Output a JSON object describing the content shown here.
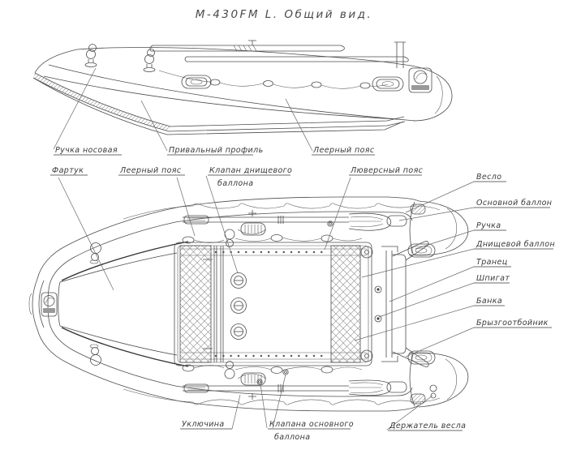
{
  "title": "М-430FM L. Общий вид.",
  "side_view": {
    "labels": {
      "bow_handle": "Ручка носовая",
      "rub_rail": "Привальный профиль",
      "grab_rope": "Леерный пояс"
    }
  },
  "plan_view": {
    "labels_top": {
      "apron": "Фартук",
      "grab_rope": "Леерный пояс",
      "floor_valve_l1": "Клапан днищевого",
      "floor_valve_l2": "баллона",
      "grommet_belt": "Люверсный пояс"
    },
    "labels_right": {
      "oar": "Весло",
      "main_tube": "Основной баллон",
      "handle": "Ручка",
      "floor_tube": "Днищевой баллон",
      "transom": "Транец",
      "scupper": "Шпигат",
      "seat": "Банка",
      "spray_guard": "Брызгоотбойник"
    },
    "labels_bottom": {
      "oarlock": "Уключина",
      "main_valves_l1": "Клапана основного",
      "main_valves_l2": "баллона",
      "oar_holder": "Держатель весла"
    }
  }
}
